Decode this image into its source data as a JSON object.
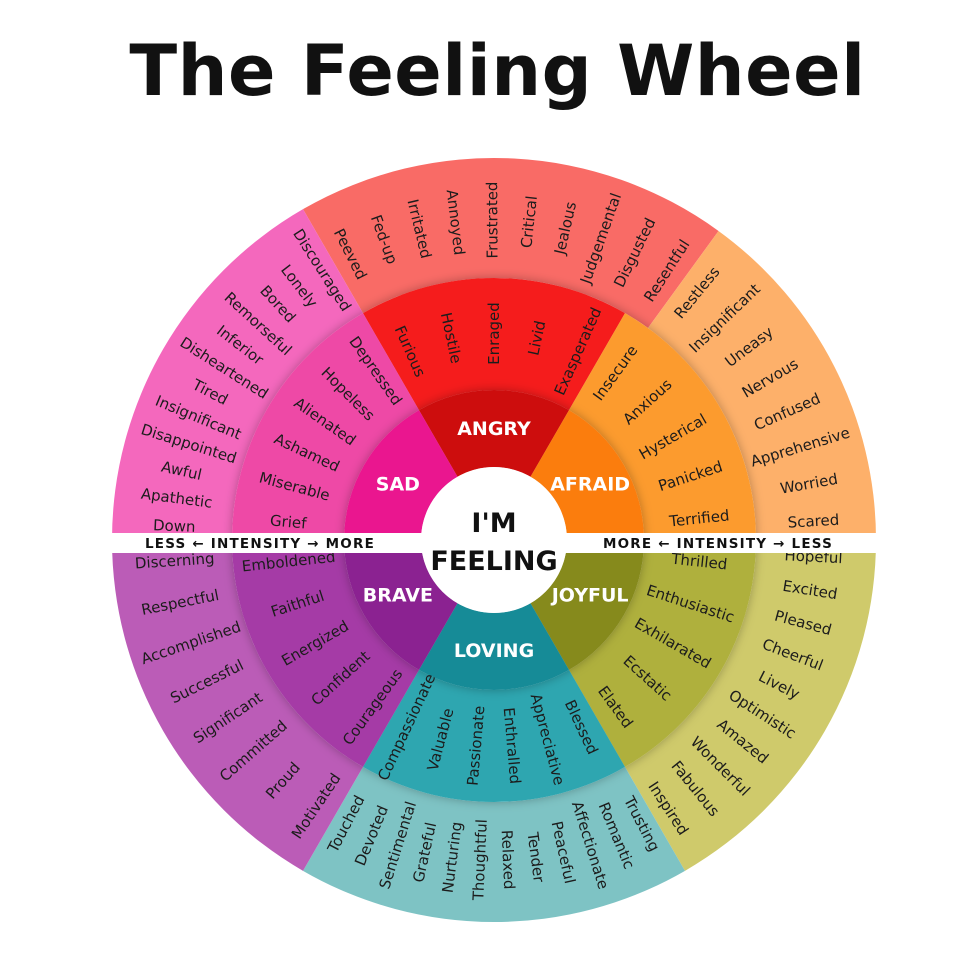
{
  "title": "The Feeling Wheel",
  "center": {
    "line1": "I'M",
    "line2": "FEELING"
  },
  "intensity": {
    "left": "LESS ← INTENSITY → MORE",
    "right": "MORE ← INTENSITY → LESS"
  },
  "families": [
    {
      "id": "angry",
      "label": "ANGRY",
      "colors": {
        "outer": "#f96b66",
        "middle": "#f51d1d",
        "core": "#cd0a0a"
      },
      "middle": [
        "Furious",
        "Hostile",
        "Enraged",
        "Livid",
        "Exasperated"
      ],
      "outer": [
        "Peeved",
        "Fed-up",
        "Irritated",
        "Annoyed",
        "Frustrated",
        "Critical",
        "Jealous",
        "Judgemental",
        "Disgusted",
        "Resentful"
      ]
    },
    {
      "id": "afraid",
      "label": "AFRAID",
      "colors": {
        "outer": "#fdb06a",
        "middle": "#fc9b2e",
        "core": "#fb7d09"
      },
      "middle": [
        "Insecure",
        "Anxious",
        "Hysterical",
        "Panicked",
        "Terrified"
      ],
      "outer": [
        "Restless",
        "Insignificant",
        "Uneasy",
        "Nervous",
        "Confused",
        "Apprehensive",
        "Worried",
        "Scared"
      ]
    },
    {
      "id": "joyful",
      "label": "JOYFUL",
      "colors": {
        "outer": "#cfca6b",
        "middle": "#afb03c",
        "core": "#868a1c"
      },
      "middle": [
        "Thrilled",
        "Enthusiastic",
        "Exhilarated",
        "Ecstatic",
        "Elated"
      ],
      "outer": [
        "Hopeful",
        "Excited",
        "Pleased",
        "Cheerful",
        "Lively",
        "Optimistic",
        "Amazed",
        "Wonderful",
        "Fabulous",
        "Inspired"
      ]
    },
    {
      "id": "loving",
      "label": "LOVING",
      "colors": {
        "outer": "#7ec3c4",
        "middle": "#2fa6b0",
        "core": "#158b97"
      },
      "middle": [
        "Blessed",
        "Appreciative",
        "Enthralled",
        "Passionate",
        "Valuable",
        "Compassionate"
      ],
      "outer": [
        "Trusting",
        "Romantic",
        "Affectionate",
        "Peaceful",
        "Tender",
        "Relaxed",
        "Thoughtful",
        "Nurturing",
        "Grateful",
        "Sentimental",
        "Devoted",
        "Touched"
      ]
    },
    {
      "id": "brave",
      "label": "BRAVE",
      "colors": {
        "outer": "#bb5cb7",
        "middle": "#a53ba6",
        "core": "#8b2491"
      },
      "middle": [
        "Courageous",
        "Confident",
        "Energized",
        "Faithful",
        "Emboldened"
      ],
      "outer": [
        "Motivated",
        "Proud",
        "Committed",
        "Significant",
        "Successful",
        "Accomplished",
        "Respectful",
        "Discerning"
      ]
    },
    {
      "id": "sad",
      "label": "SAD",
      "colors": {
        "outer": "#f468bd",
        "middle": "#ee48a6",
        "core": "#ea178f"
      },
      "middle": [
        "Grief",
        "Miserable",
        "Ashamed",
        "Alienated",
        "Hopeless",
        "Depressed"
      ],
      "outer": [
        "Down",
        "Apathetic",
        "Awful",
        "Disappointed",
        "Insignificant",
        "Tired",
        "Disheartened",
        "Inferior",
        "Remorseful",
        "Bored",
        "Lonely",
        "Discouraged"
      ]
    }
  ]
}
